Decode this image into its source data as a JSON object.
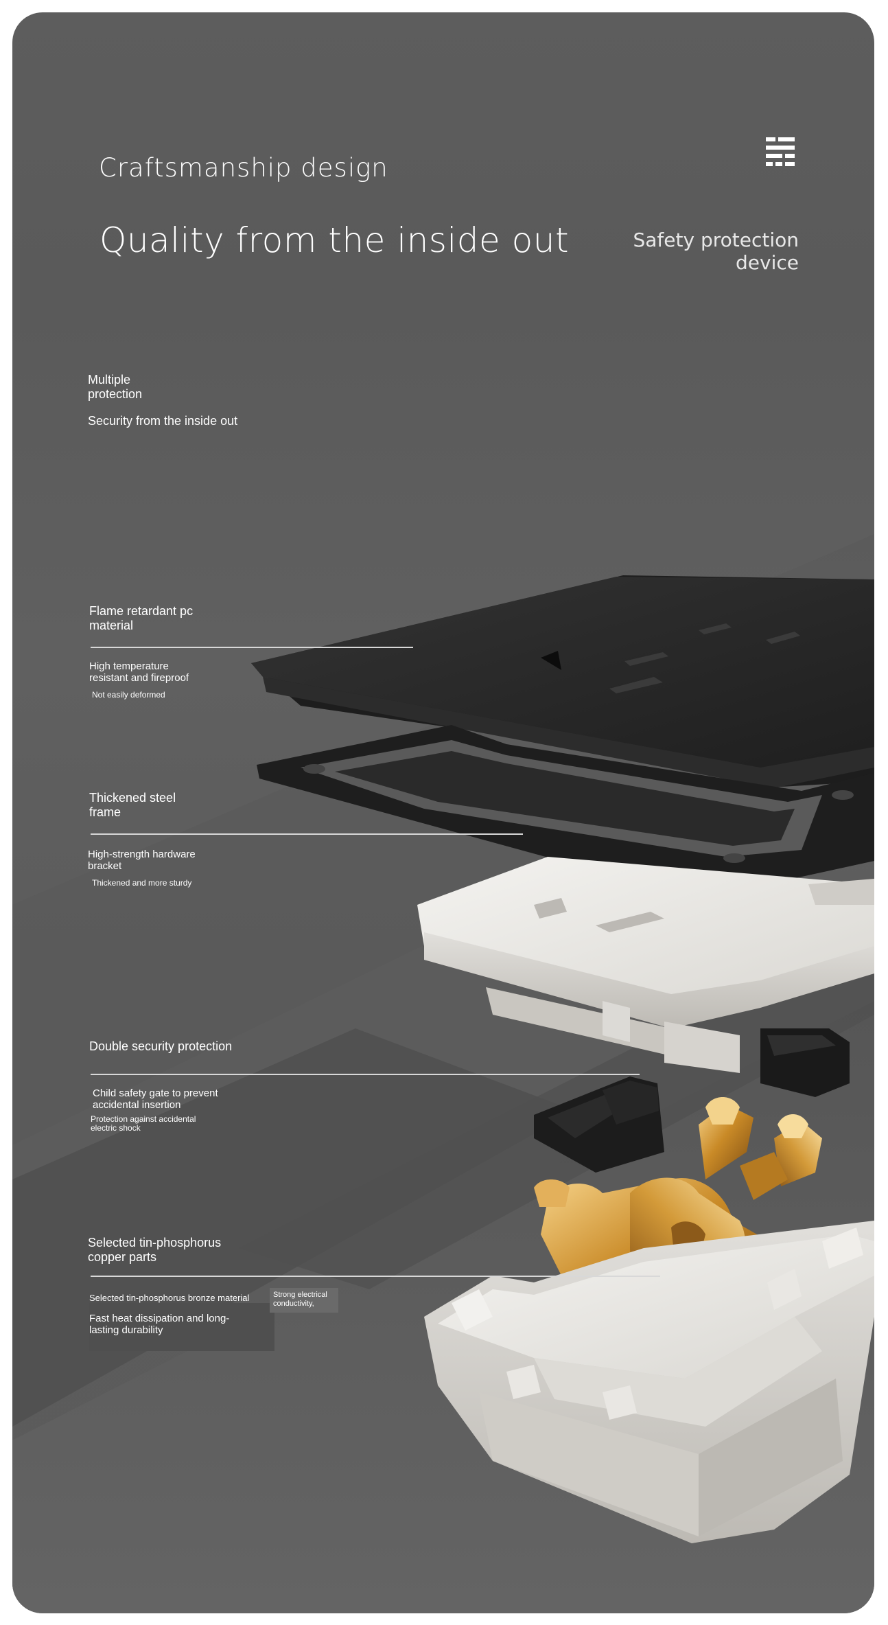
{
  "header": {
    "title": "Craftsmanship design",
    "headline": "Quality from the inside out",
    "side_note": "Safety protection\ndevice",
    "menu_icon": "menu-list-icon"
  },
  "intro": {
    "title": "Multiple\nprotection",
    "subtitle": "Security from the inside out"
  },
  "features": [
    {
      "title": "Flame retardant pc\nmaterial",
      "detail": "High temperature\nresistant and fireproof",
      "note": "Not easily deformed"
    },
    {
      "title": "Thickened steel\nframe",
      "detail": "High-strength hardware\nbracket",
      "note": "Thickened and more sturdy"
    },
    {
      "title": "Double security protection",
      "detail": "Child safety gate to prevent\naccidental insertion",
      "note": "Protection against accidental\nelectric shock"
    },
    {
      "title": "Selected tin-phosphorus\ncopper parts",
      "detail": "Selected tin-phosphorus bronze material",
      "tag": "Strong electrical\nconductivity,",
      "note": "Fast heat dissipation and long-\nlasting durability"
    }
  ],
  "colors": {
    "background": "#5d5d5d",
    "panel_black": "#262626",
    "housing_white": "#e7e5e1",
    "copper": "#c8912e",
    "rule": "#d8d8d8"
  }
}
